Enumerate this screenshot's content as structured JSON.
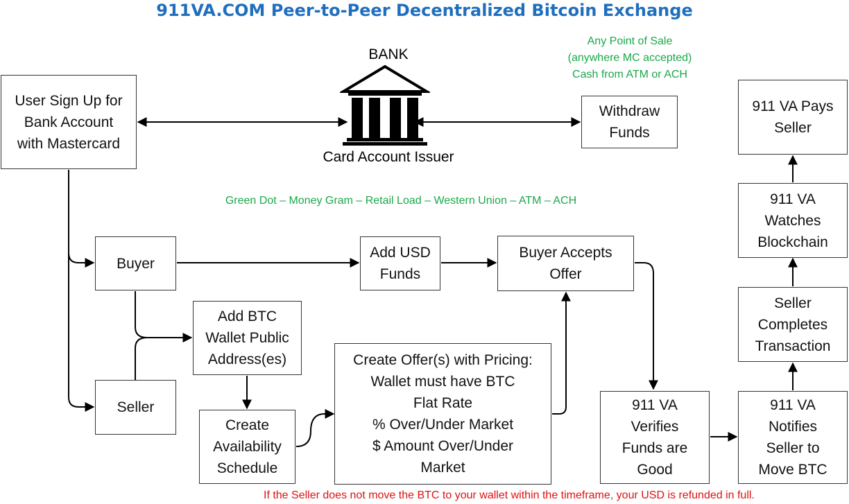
{
  "title": "911VA.COM Peer-to-Peer Decentralized Bitcoin Exchange",
  "bank": {
    "label": "BANK",
    "caption": "Card Account Issuer",
    "icon": "bank-building-icon"
  },
  "pos_note": "Any Point of Sale\n(anywhere MC accepted)\nCash from ATM or ACH",
  "funding_note": "Green Dot – Money Gram – Retail Load – Western Union – ATM – ACH",
  "footer_note": "If the Seller does not move the BTC to your wallet within the timeframe, your USD is refunded in full.",
  "nodes": {
    "signup": "User Sign Up for\nBank Account\nwith Mastercard",
    "withdraw": "Withdraw\nFunds",
    "pays_seller": "911 VA Pays\nSeller",
    "watches": "911 VA\nWatches\nBlockchain",
    "buyer": "Buyer",
    "add_usd": "Add USD\nFunds",
    "accepts": "Buyer Accepts\nOffer",
    "add_btc": "Add BTC\nWallet Public\nAddress(es)",
    "seller": "Seller",
    "create_offer": "Create Offer(s) with Pricing:\nWallet must have BTC\nFlat Rate\n% Over/Under Market\n$ Amount Over/Under\nMarket",
    "schedule": "Create\nAvailability\nSchedule",
    "verifies": "911 VA\nVerifies\nFunds are\nGood",
    "notifies": "911 VA\nNotifies\nSeller to\nMove BTC",
    "completes": "Seller\nCompletes\nTransaction"
  },
  "colors": {
    "title": "#1f6fbe",
    "green_text": "#1aa84a",
    "red_text": "#e01010",
    "line": "#000000"
  }
}
